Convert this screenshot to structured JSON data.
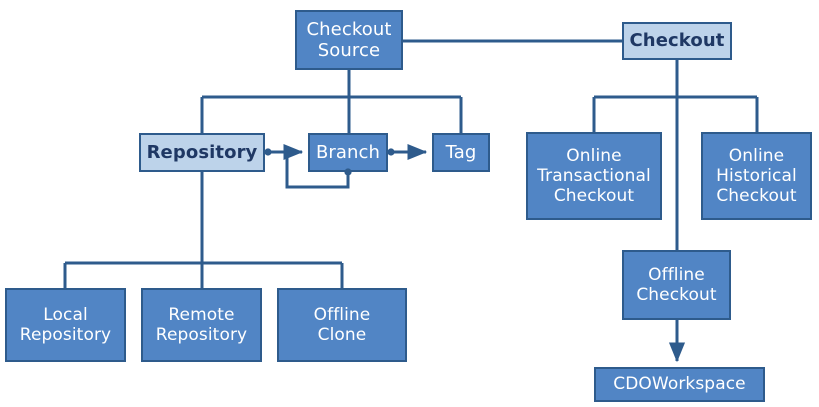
{
  "diagram": {
    "title": "Checkout Source",
    "type": "block-hierarchy-diagram",
    "colors": {
      "node_fill_dark": "#5185C5",
      "node_fill_light": "#BDD3EA",
      "node_border": "#2E5B8C",
      "edge_line": "#2E5B8C",
      "text_on_dark": "#FFFFFF",
      "text_on_light": "#1F3864",
      "background": "#FFFFFF"
    },
    "nodes": [
      {
        "id": "checkout-source",
        "label": "Checkout\nSource",
        "style": "dark"
      },
      {
        "id": "checkout",
        "label": "Checkout",
        "style": "light"
      },
      {
        "id": "repository",
        "label": "Repository",
        "style": "light"
      },
      {
        "id": "branch",
        "label": "Branch",
        "style": "dark"
      },
      {
        "id": "tag",
        "label": "Tag",
        "style": "dark"
      },
      {
        "id": "local-repository",
        "label": "Local\nRepository",
        "style": "dark"
      },
      {
        "id": "remote-repository",
        "label": "Remote\nRepository",
        "style": "dark"
      },
      {
        "id": "offline-clone",
        "label": "Offline\nClone",
        "style": "dark"
      },
      {
        "id": "online-transactional-checkout",
        "label": "Online\nTransactional\nCheckout",
        "style": "dark"
      },
      {
        "id": "online-historical-checkout",
        "label": "Online\nHistorical\nCheckout",
        "style": "dark"
      },
      {
        "id": "offline-checkout",
        "label": "Offline\nCheckout",
        "style": "dark"
      },
      {
        "id": "cdoworkspace",
        "label": "CDOWorkspace",
        "style": "dark"
      }
    ],
    "edges": [
      {
        "from": "checkout-source",
        "to": "checkout",
        "kind": "line"
      },
      {
        "from": "checkout-source",
        "to": "repository",
        "kind": "tree"
      },
      {
        "from": "checkout-source",
        "to": "branch",
        "kind": "tree"
      },
      {
        "from": "checkout-source",
        "to": "tag",
        "kind": "tree"
      },
      {
        "from": "repository",
        "to": "branch",
        "kind": "arrow"
      },
      {
        "from": "branch",
        "to": "tag",
        "kind": "arrow"
      },
      {
        "from": "branch",
        "to": "branch",
        "kind": "self-loop"
      },
      {
        "from": "repository",
        "to": "local-repository",
        "kind": "tree"
      },
      {
        "from": "repository",
        "to": "remote-repository",
        "kind": "tree"
      },
      {
        "from": "repository",
        "to": "offline-clone",
        "kind": "tree"
      },
      {
        "from": "checkout",
        "to": "online-transactional-checkout",
        "kind": "tree"
      },
      {
        "from": "checkout",
        "to": "online-historical-checkout",
        "kind": "tree"
      },
      {
        "from": "checkout",
        "to": "offline-checkout",
        "kind": "line"
      },
      {
        "from": "offline-checkout",
        "to": "cdoworkspace",
        "kind": "arrow"
      }
    ]
  }
}
